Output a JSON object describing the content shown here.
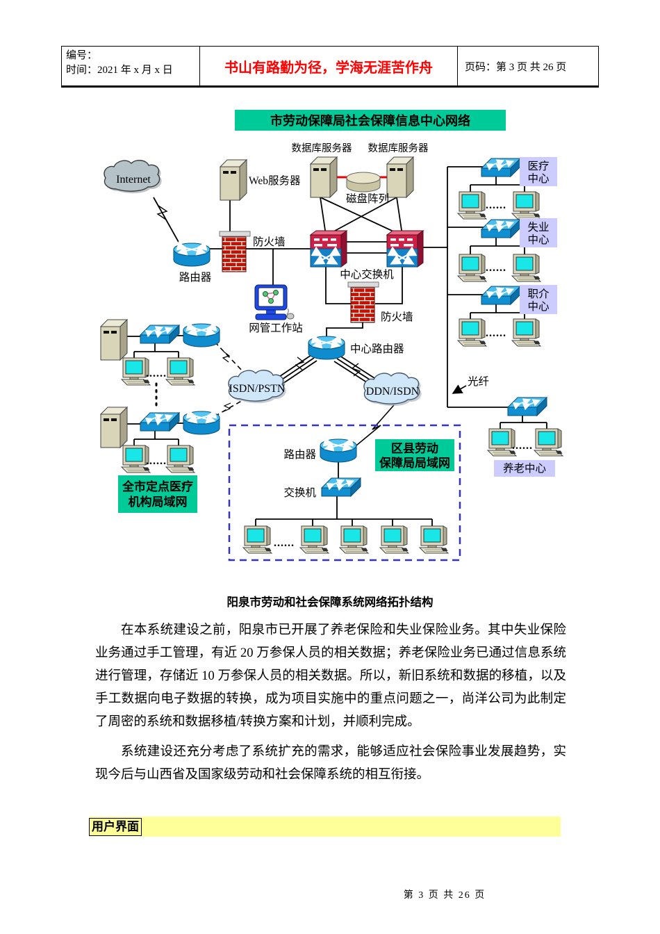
{
  "header": {
    "no_label": "编号：",
    "time_label": "时间：2021 年 x 月 x 日",
    "motto": "书山有路勤为径，学海无涯苦作舟",
    "page_label": "页码：第 3 页 共 26 页"
  },
  "diagram": {
    "title": "市劳动保障局社会保障信息中心网络",
    "labels": {
      "internet": "Internet",
      "web_server": "Web服务器",
      "db_server_left": "数据库服务器",
      "db_server_right": "数据库服务器",
      "disk_array": "磁盘阵列",
      "firewall_top": "防火墙",
      "edge_router": "路由器",
      "center_switch": "中心交换机",
      "nms_workstation": "网管工作站",
      "firewall_inner": "防火墙",
      "center_router": "中心路由器",
      "cloud_left": "ISDN/PSTN",
      "cloud_right": "DDN/ISDN",
      "fiber": "光纤",
      "county_router": "路由器",
      "county_switch": "交换机"
    },
    "boxes": {
      "medical_1": "医疗",
      "medical_2": "中心",
      "unemploy_1": "失业",
      "unemploy_2": "中心",
      "job_1": "职介",
      "job_2": "中心",
      "pension": "养老中心",
      "city_lan_1": "全市定点医疗",
      "city_lan_2": "机构局域网",
      "county_lan_1": "区县劳动",
      "county_lan_2": "保障局局域网"
    },
    "ellipsis": "......"
  },
  "caption": "阳泉市劳动和社会保障系统网络拓扑结构",
  "paragraphs": {
    "p1": "在本系统建设之前，阳泉市已开展了养老保险和失业保险业务。其中失业保险业务通过手工管理，有近 20 万参保人员的相关数据；养老保险业务已通过信息系统进行管理，存储近 10 万参保人员的相关数据。所以，新旧系统和数据的移植，以及手工数据向电子数据的转换，成为项目实施中的重点问题之一，尚洋公司为此制定了周密的系统和数据移植/转换方案和计划，并顺利完成。",
    "p2": "系统建设还充分考虑了系统扩充的需求，能够适应社会保险事业发展趋势，实现今后与山西省及国家级劳动和社会保障系统的相互衔接。"
  },
  "section": {
    "heading": "用户界面"
  },
  "footer": {
    "page_text": "第 3 页 共 26 页"
  },
  "colors": {
    "accent_green": "#00CB98",
    "label_lavender": "#CCCCFF",
    "highlight_yellow": "#FFFF99",
    "motto_red": "#FF0000",
    "device_blue": "#1090D2",
    "firewall_red": "#C41200",
    "cloud_blue": "#CFE7F8",
    "internet_gray": "#B5C3C9"
  }
}
